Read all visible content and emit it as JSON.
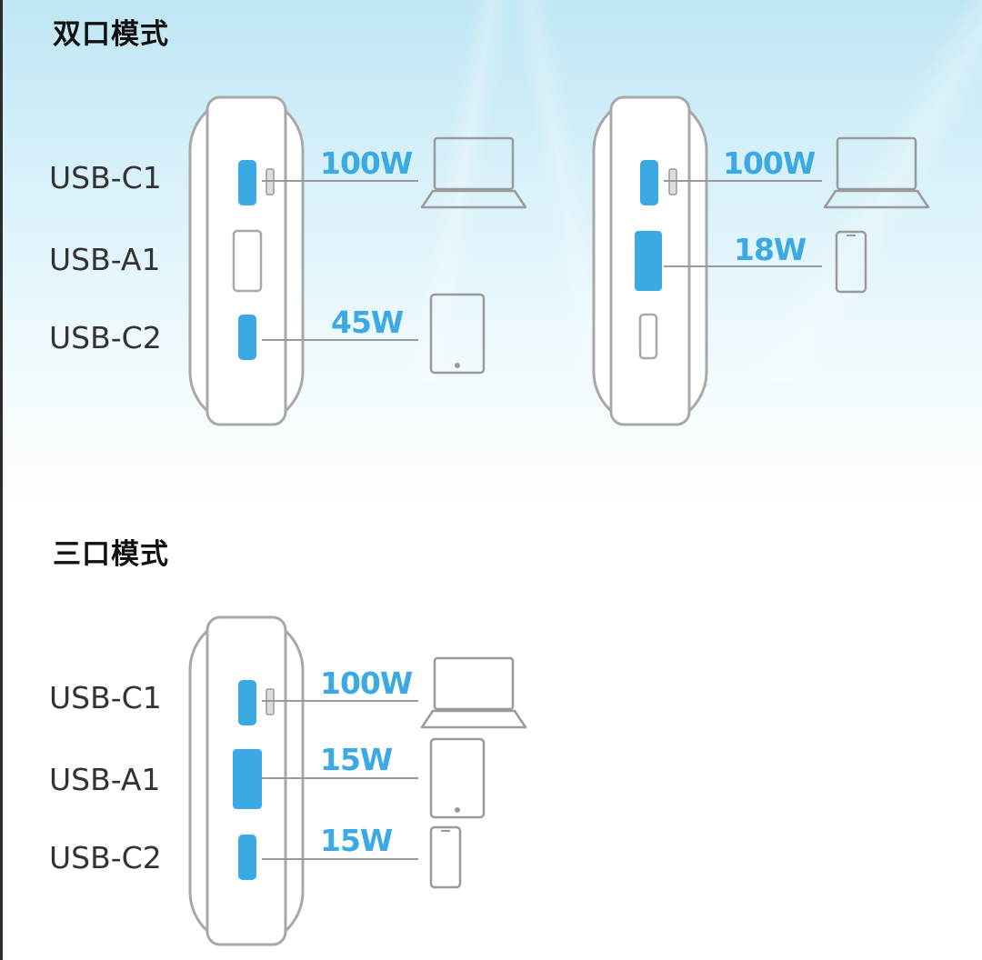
{
  "sections": [
    {
      "heading": "双口模式",
      "diagrams": [
        {
          "labels": [
            "USB-C1",
            "USB-A1",
            "USB-C2"
          ],
          "outputs": [
            {
              "port": "USB-C1",
              "watt": "100W",
              "device": "laptop-icon"
            },
            {
              "port": "USB-C2",
              "watt": "45W",
              "device": "tablet-icon"
            }
          ]
        },
        {
          "outputs": [
            {
              "port": "USB-C1",
              "watt": "100W",
              "device": "laptop-icon"
            },
            {
              "port": "USB-A1",
              "watt": "18W",
              "device": "phone-icon"
            }
          ]
        }
      ]
    },
    {
      "heading": "三口模式",
      "diagrams": [
        {
          "labels": [
            "USB-C1",
            "USB-A1",
            "USB-C2"
          ],
          "outputs": [
            {
              "port": "USB-C1",
              "watt": "100W",
              "device": "laptop-icon"
            },
            {
              "port": "USB-A1",
              "watt": "15W",
              "device": "tablet-icon"
            },
            {
              "port": "USB-C2",
              "watt": "15W",
              "device": "phone-icon"
            }
          ]
        }
      ]
    }
  ],
  "colors": {
    "active_port": "#3aa9e4",
    "outline": "#9a9a9a",
    "watt_text": "#3aa9e4",
    "label_text": "#333333"
  }
}
